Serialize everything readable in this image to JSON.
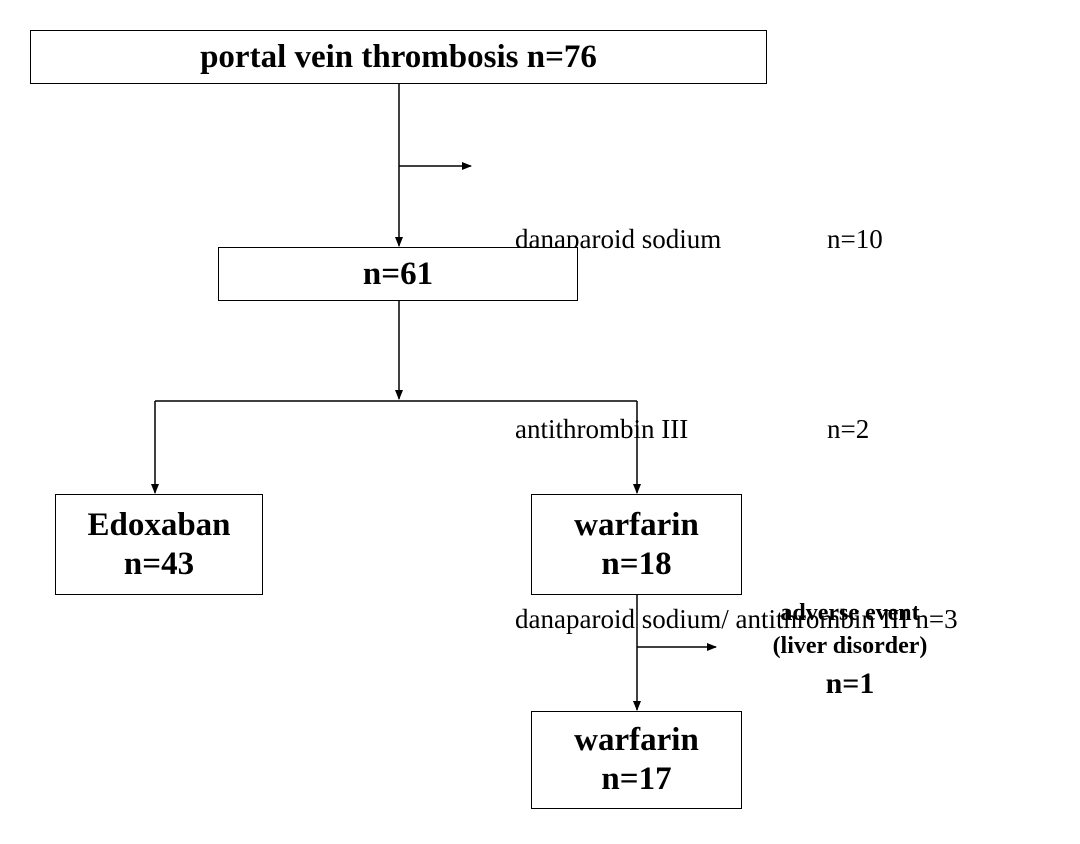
{
  "flowchart": {
    "root": {
      "title": "portal vein thrombosis n=76"
    },
    "exclusions": [
      {
        "drug": "danaparoid sodium",
        "count": "n=10"
      },
      {
        "drug": "antithrombin III",
        "count": "n=2"
      },
      {
        "drug": "danaparoid sodium/ antithrombin III",
        "count": "n=3"
      }
    ],
    "remaining": {
      "count": "n=61"
    },
    "branches": {
      "edoxaban": {
        "name": "Edoxaban",
        "count": "n=43"
      },
      "warfarin": {
        "name": "warfarin",
        "count": "n=18"
      }
    },
    "adverse_event": {
      "line1": "adverse event",
      "line2": "(liver disorder)",
      "count": "n=1"
    },
    "final_warfarin": {
      "name": "warfarin",
      "count": "n=17"
    }
  }
}
